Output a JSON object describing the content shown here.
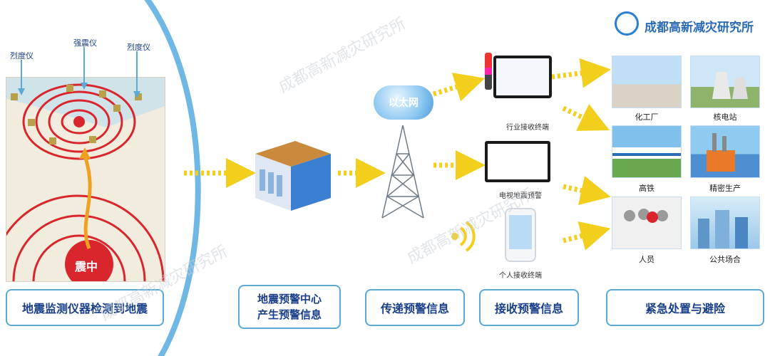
{
  "brand": {
    "name": "成都高新减灾研究所"
  },
  "left_panel": {
    "labels": {
      "intensity_left": "烈度仪",
      "strong_motion": "强震仪",
      "intensity_right": "烈度仪",
      "epicenter": "震中"
    }
  },
  "steps": [
    {
      "label": "地震监测仪器检测到地震"
    },
    {
      "label_line1": "地震预警中心",
      "label_line2": "产生预警信息"
    },
    {
      "label": "传递预警信息"
    },
    {
      "label": "接收预警信息"
    },
    {
      "label": "紧急处置与避险"
    }
  ],
  "network": {
    "cloud": "以太网"
  },
  "receivers": {
    "industry": "行业接收终端",
    "tv": "电视地震预警",
    "personal": "个人接收终端"
  },
  "targets": {
    "chem": "化工厂",
    "nuclear": "核电站",
    "rail": "高铁",
    "precision": "精密生产",
    "people": "人员",
    "public": "公共场合"
  },
  "watermark": "成都高新减灾研究所",
  "colors": {
    "arrow": "#f2cf1d",
    "ring": "#d9262c",
    "border": "#5aa9d8",
    "text": "#1a3f8a"
  }
}
